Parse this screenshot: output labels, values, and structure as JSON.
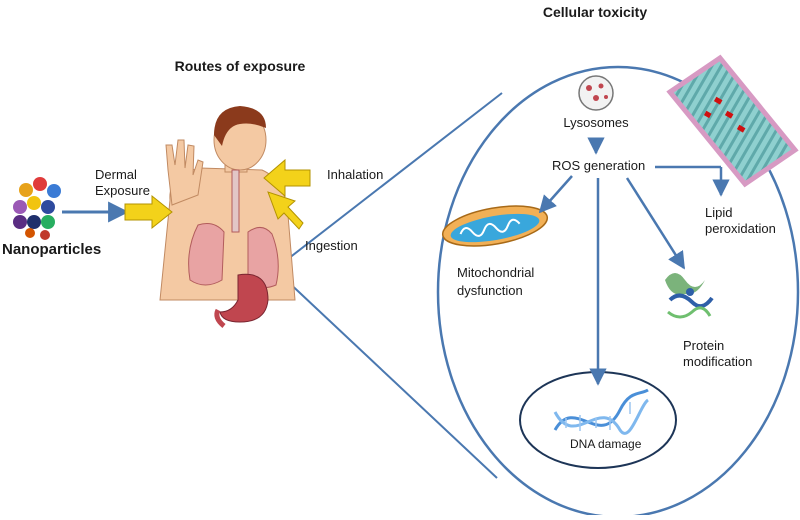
{
  "title_cellular": "Cellular toxicity",
  "title_routes": "Routes of exposure",
  "nanoparticles": "Nanoparticles",
  "routes": {
    "dermal_line1": "Dermal",
    "dermal_line2": "Exposure",
    "inhalation": "Inhalation",
    "ingestion": "Ingestion"
  },
  "cell": {
    "lysosomes": "Lysosomes",
    "ros": "ROS generation",
    "lipid_line1": "Lipid",
    "lipid_line2": "peroxidation",
    "mito_line1": "Mitochondrial",
    "mito_line2": "dysfunction",
    "protein_line1": "Protein",
    "protein_line2": "modification",
    "dna": "DNA damage"
  },
  "colors": {
    "connector": "#4a78b0",
    "arrow_yellow": "#f3d21a",
    "skin": "#f4c9a3",
    "lung": "#e8a3a3",
    "stomach": "#c0464f",
    "membrane": "#7fc7c8",
    "mito": "#f2b056"
  }
}
